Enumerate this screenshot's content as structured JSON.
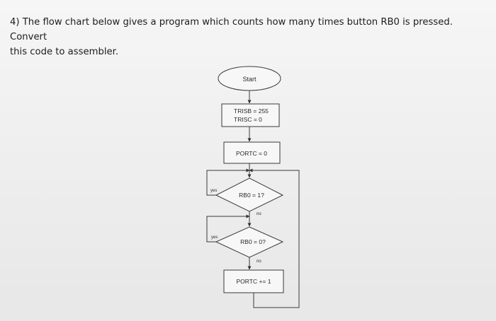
{
  "question": {
    "line1": "4) The flow chart below gives a program which counts how many times button RB0 is pressed. Convert",
    "line2": "this code to assembler."
  },
  "flowchart": {
    "start": "Start",
    "init_line1": "TRISB = 255",
    "init_line2": "TRISC = 0",
    "clear_portc": "PORTC = 0",
    "decision1": "RB0 = 1?",
    "decision1_yes": "yes",
    "decision1_no": "no",
    "decision2": "RB0 = 0?",
    "decision2_yes": "yes",
    "decision2_no": "no",
    "increment": "PORTC += 1"
  },
  "colors": {
    "ink": "#333333",
    "page": "#f2f2f2"
  }
}
